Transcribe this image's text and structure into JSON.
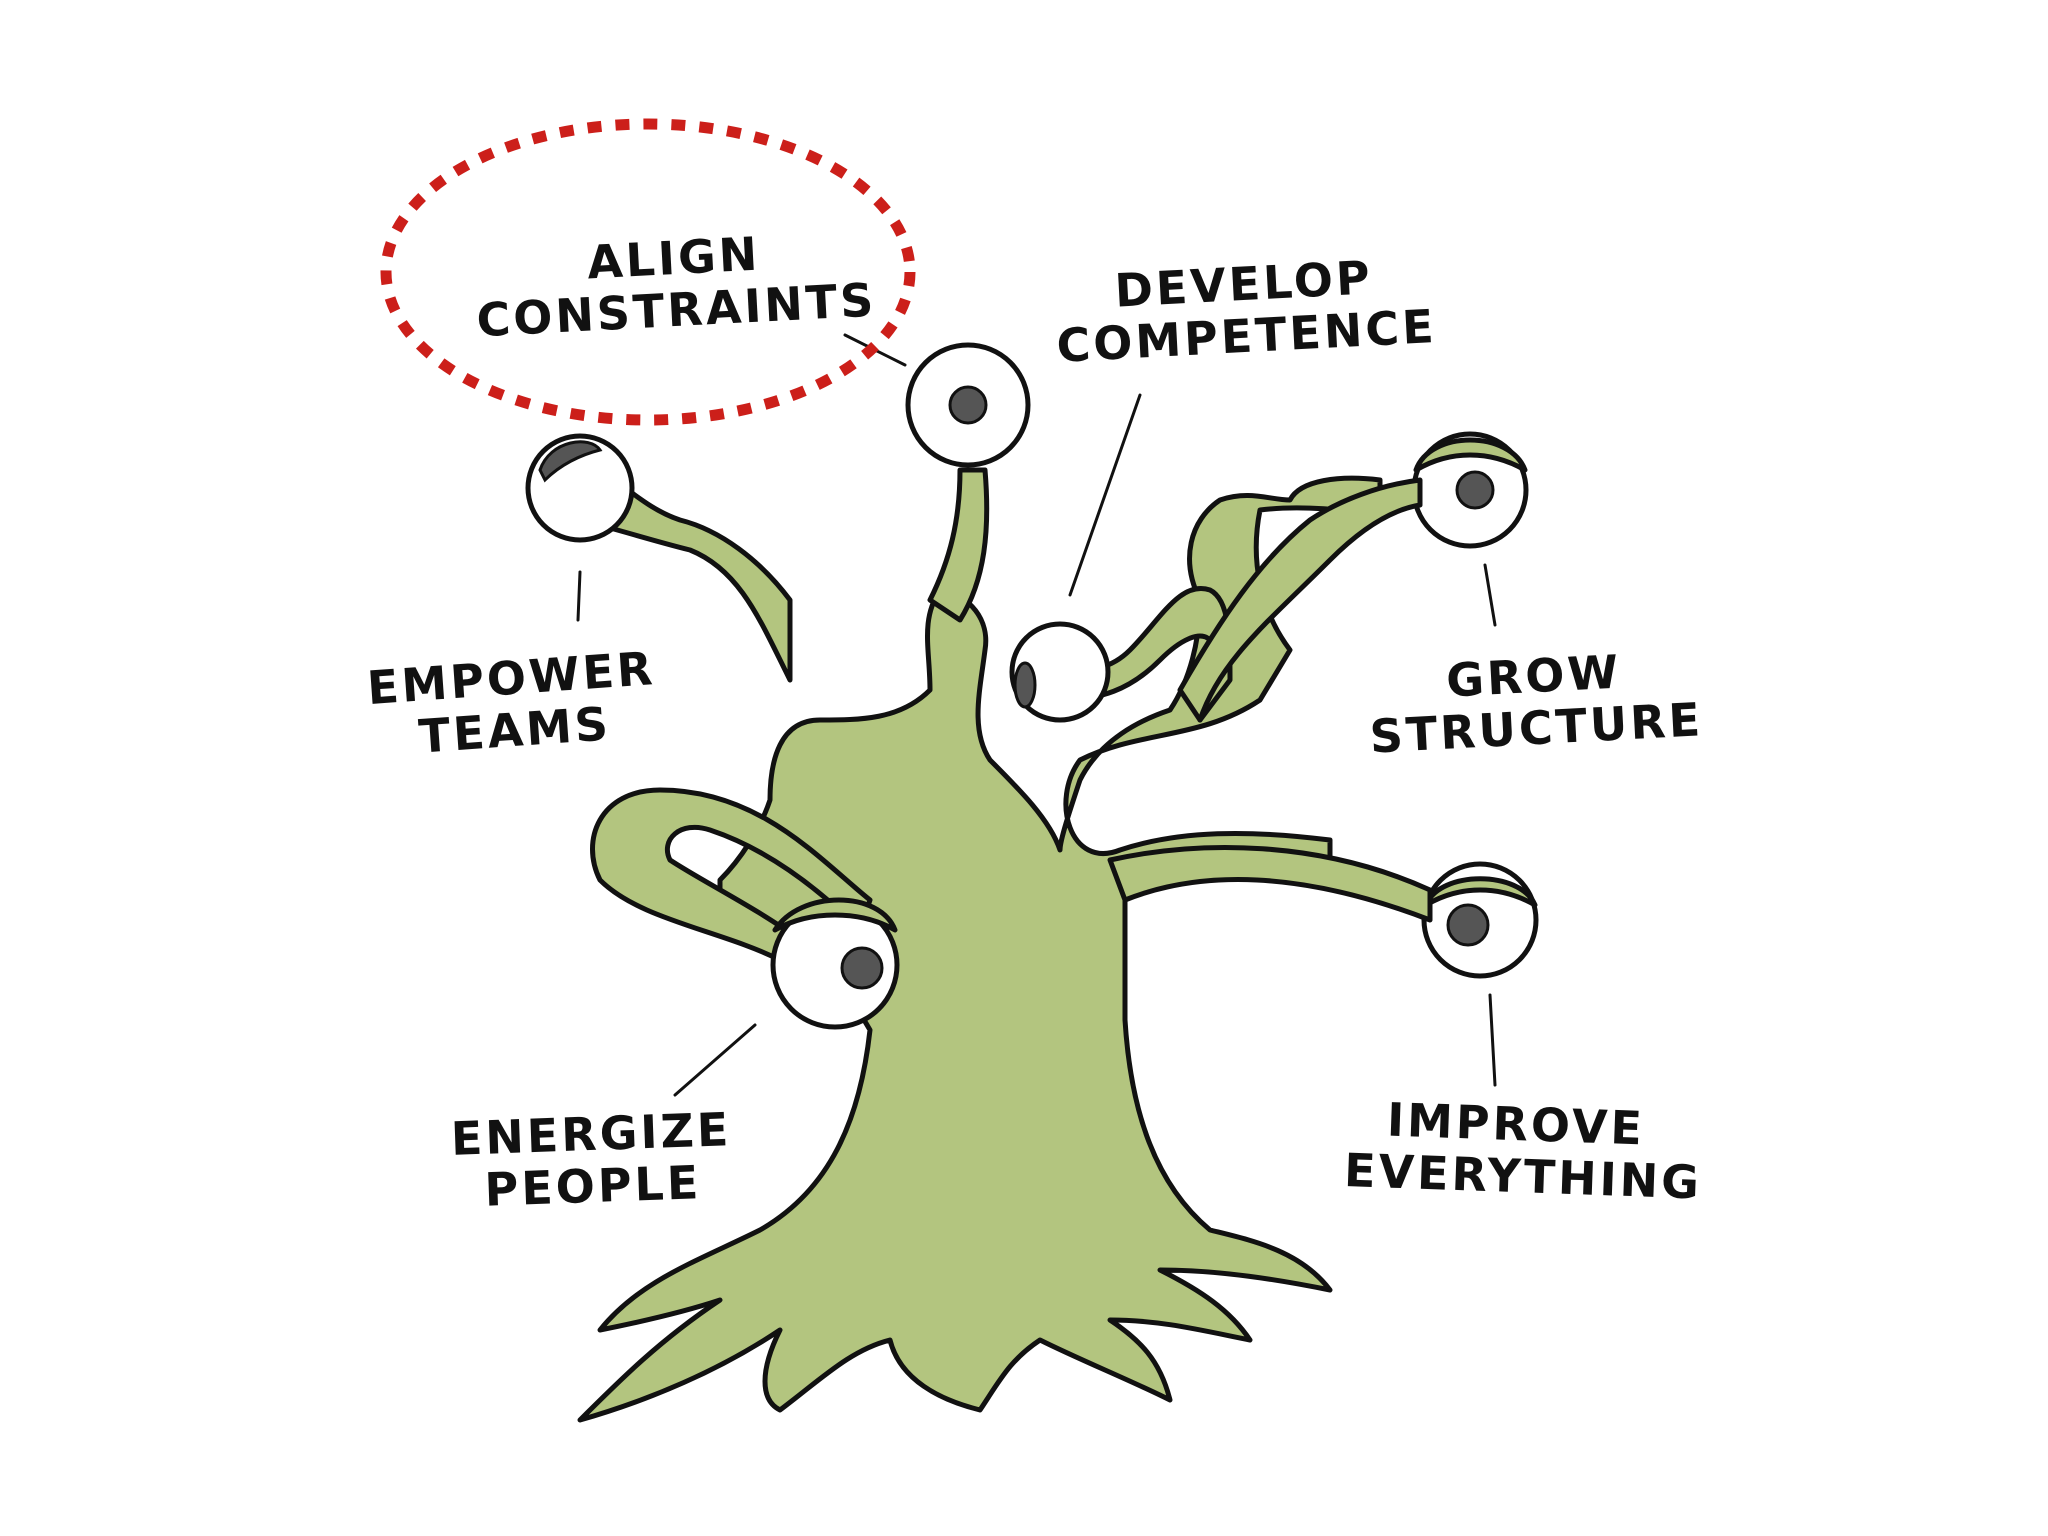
{
  "labels": {
    "align": {
      "line1": "ALIGN",
      "line2": "CONSTRAINTS"
    },
    "develop": {
      "line1": "DEVELOP",
      "line2": "COMPETENCE"
    },
    "empower": {
      "line1": "EMPOWER",
      "line2": "TEAMS"
    },
    "grow": {
      "line1": "GROW",
      "line2": "STRUCTURE"
    },
    "energize": {
      "line1": "ENERGIZE",
      "line2": "PEOPLE"
    },
    "improve": {
      "line1": "IMPROVE",
      "line2": "EVERYTHING"
    }
  },
  "colors": {
    "tree_fill": "#b3c57f",
    "outline": "#111111",
    "pupil": "#555555",
    "highlight_circle": "#cc1f1a",
    "background": "#ffffff"
  }
}
